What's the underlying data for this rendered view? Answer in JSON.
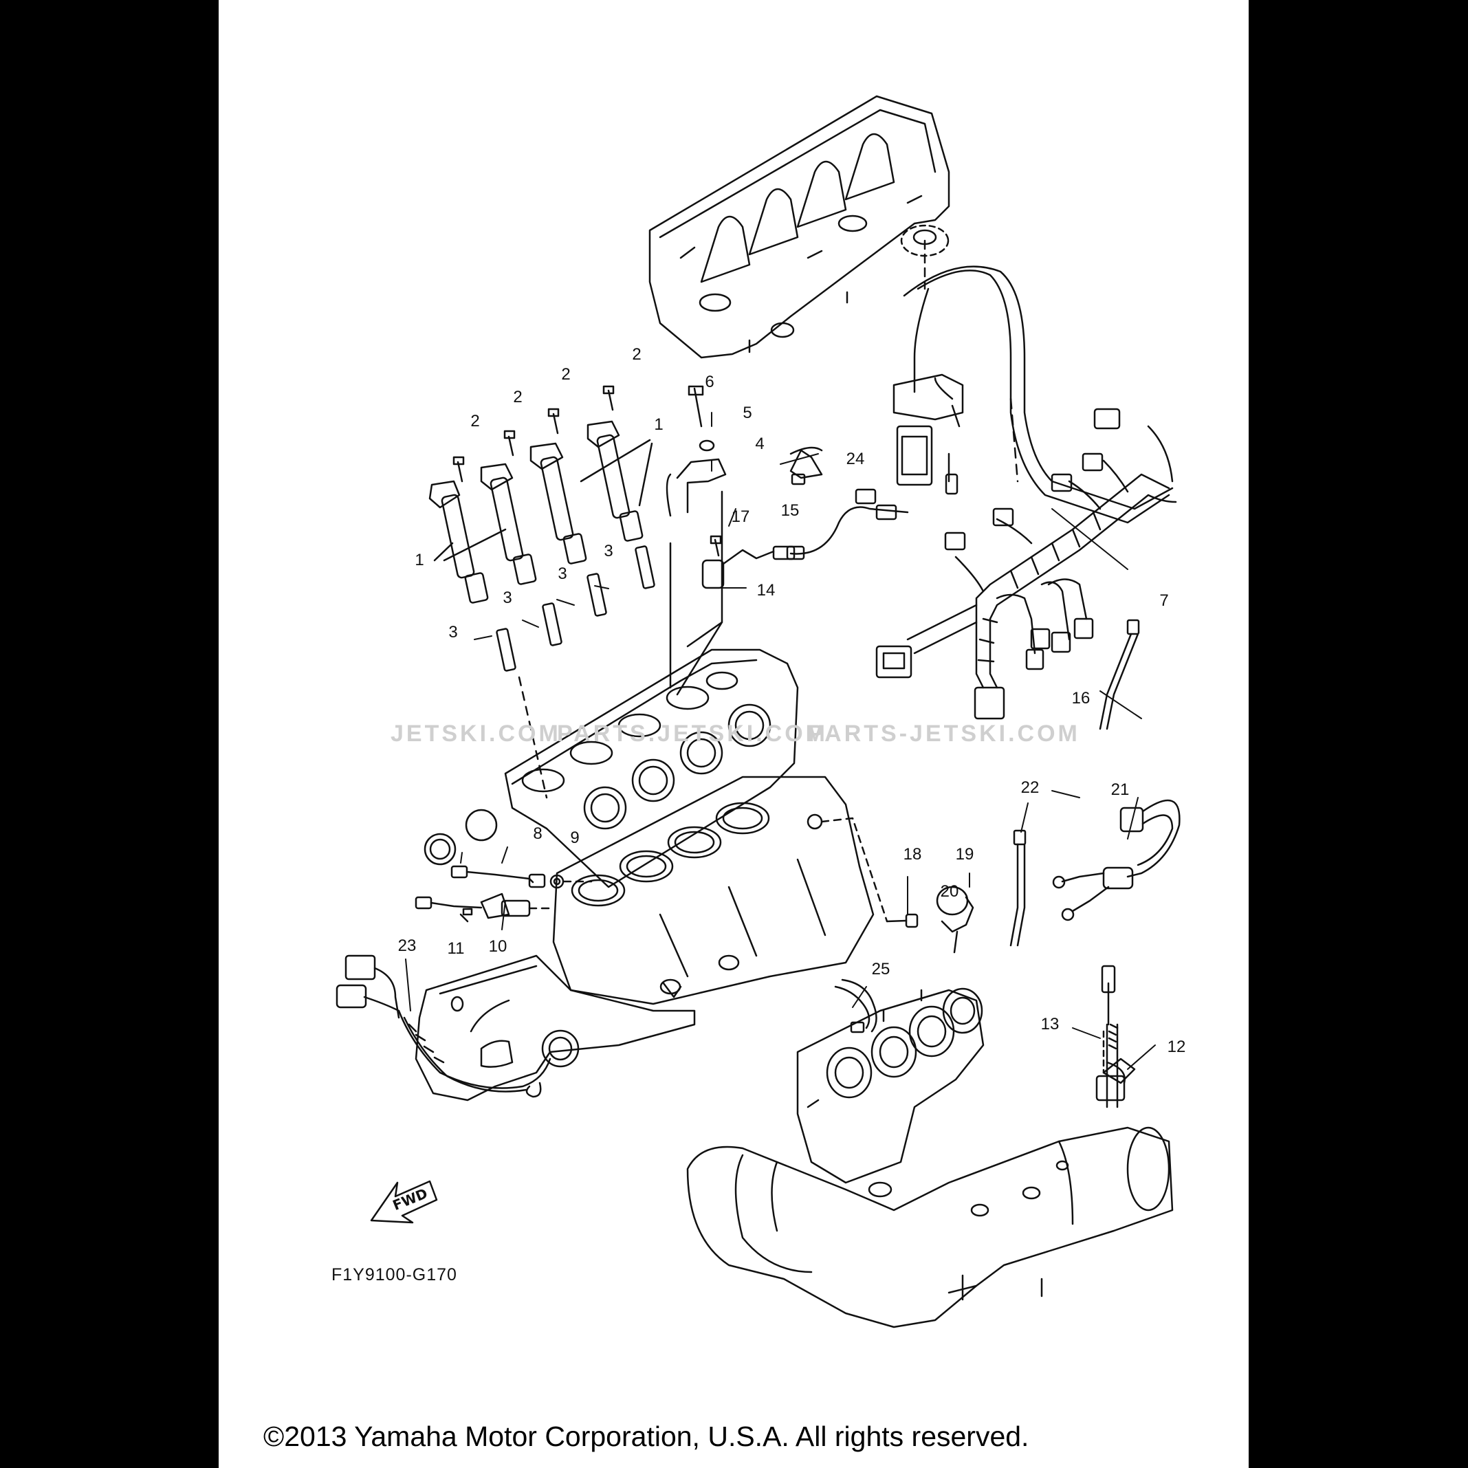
{
  "diagram": {
    "drawing_code": "F1Y9100-G170",
    "fwd_label": "FWD",
    "copyright": "©2013 Yamaha Motor Corporation, U.S.A. All rights reserved.",
    "watermarks": [
      "JETSKI.COM",
      "PARTS.JETSKI.COM",
      "PARTS-JETSKI.COM"
    ],
    "callouts": [
      {
        "id": "c1a",
        "label": "1"
      },
      {
        "id": "c1b",
        "label": "1"
      },
      {
        "id": "c2a",
        "label": "2"
      },
      {
        "id": "c2b",
        "label": "2"
      },
      {
        "id": "c2c",
        "label": "2"
      },
      {
        "id": "c2d",
        "label": "2"
      },
      {
        "id": "c3a",
        "label": "3"
      },
      {
        "id": "c3b",
        "label": "3"
      },
      {
        "id": "c3c",
        "label": "3"
      },
      {
        "id": "c3d",
        "label": "3"
      },
      {
        "id": "c4",
        "label": "4"
      },
      {
        "id": "c5",
        "label": "5"
      },
      {
        "id": "c6",
        "label": "6"
      },
      {
        "id": "c7",
        "label": "7"
      },
      {
        "id": "c8",
        "label": "8"
      },
      {
        "id": "c9",
        "label": "9"
      },
      {
        "id": "c10",
        "label": "10"
      },
      {
        "id": "c11",
        "label": "11"
      },
      {
        "id": "c12",
        "label": "12"
      },
      {
        "id": "c13",
        "label": "13"
      },
      {
        "id": "c14",
        "label": "14"
      },
      {
        "id": "c15",
        "label": "15"
      },
      {
        "id": "c16",
        "label": "16"
      },
      {
        "id": "c17",
        "label": "17"
      },
      {
        "id": "c18",
        "label": "18"
      },
      {
        "id": "c19",
        "label": "19"
      },
      {
        "id": "c20",
        "label": "20"
      },
      {
        "id": "c21",
        "label": "21"
      },
      {
        "id": "c22",
        "label": "22"
      },
      {
        "id": "c23",
        "label": "23"
      },
      {
        "id": "c24",
        "label": "24"
      },
      {
        "id": "c25",
        "label": "25"
      }
    ]
  }
}
